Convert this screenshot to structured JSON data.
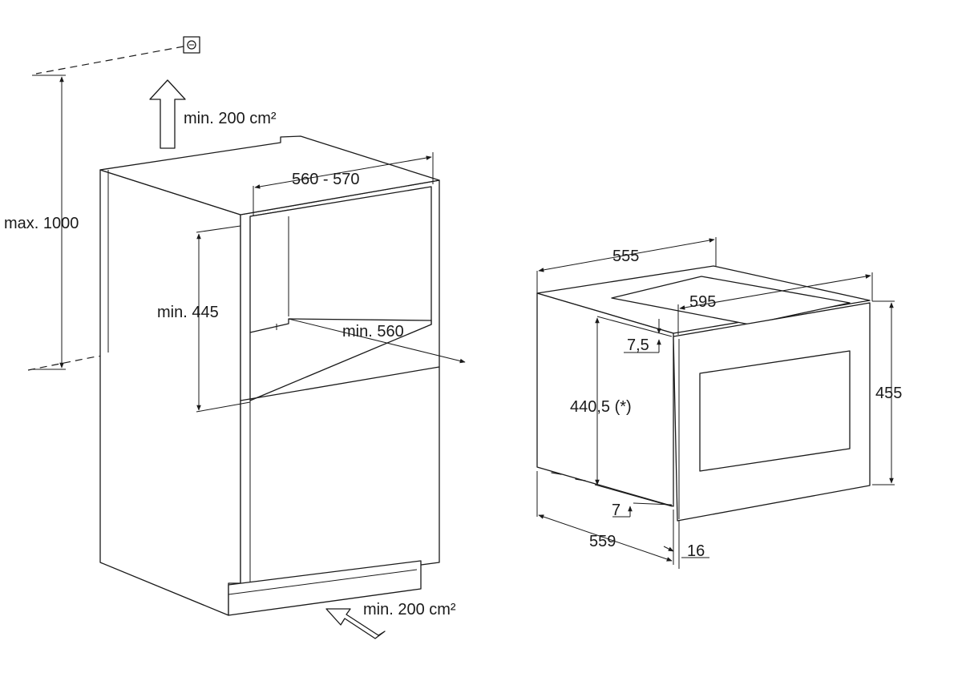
{
  "cabinet": {
    "max_height_label": "max. 1000",
    "top_vent_label": "min. 200 cm²",
    "bottom_vent_label": "min. 200 cm²",
    "niche_width_label": "560 - 570",
    "niche_height_label": "min. 445",
    "niche_depth_label": "min. 560"
  },
  "appliance": {
    "body_width_label": "555",
    "front_width_label": "595",
    "front_height_label": "455",
    "body_height_label": "440,5 (*)",
    "top_offset_label": "7,5",
    "bottom_offset_label": "7",
    "depth_label": "559",
    "front_thickness_label": "16"
  }
}
